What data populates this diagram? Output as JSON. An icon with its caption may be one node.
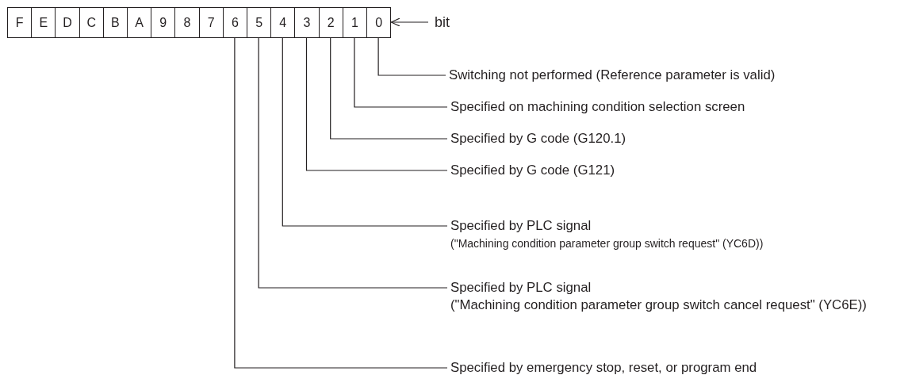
{
  "diagram": {
    "nodes": [
      {
        "text": [
          "F"
        ]
      },
      {
        "text": [
          "E"
        ]
      },
      {
        "text": [
          "D"
        ]
      },
      {
        "text": [
          "C"
        ]
      },
      {
        "text": [
          "B"
        ]
      },
      {
        "text": [
          "A"
        ]
      },
      {
        "text": [
          "9"
        ]
      },
      {
        "text": [
          "8"
        ]
      },
      {
        "text": [
          "7"
        ]
      },
      {
        "text": [
          "6"
        ]
      },
      {
        "text": [
          "5"
        ]
      },
      {
        "text": [
          "4"
        ]
      },
      {
        "text": [
          "3"
        ]
      },
      {
        "text": [
          "2"
        ]
      },
      {
        "text": [
          "1"
        ]
      },
      {
        "text": [
          "0"
        ]
      },
      {
        "text": [
          "bit"
        ]
      },
      {
        "text": [
          "Switching not performed (Reference parameter is valid)"
        ]
      },
      {
        "text": [
          "Specified on machining condition selection screen"
        ]
      },
      {
        "text": [
          "Specified by G code (G120.1)"
        ]
      },
      {
        "text": [
          "Specified by G code (G121)"
        ]
      },
      {
        "text": [
          "Specified by PLC signal",
          "(\"Machining condition parameter group switch request\" (YC6D))"
        ]
      },
      {
        "text": [
          "Specified by PLC signal",
          "(\"Machining condition parameter group switch cancel request\" (YC6E))"
        ]
      },
      {
        "text": [
          "Specified by emergency stop, reset, or program end"
        ]
      }
    ],
    "edges": [
      {
        "from": 16,
        "to": 15,
        "arrow": "to"
      },
      {
        "from": 15,
        "to": 17,
        "arrow": "none"
      },
      {
        "from": 14,
        "to": 18,
        "arrow": "none"
      },
      {
        "from": 13,
        "to": 19,
        "arrow": "none"
      },
      {
        "from": 12,
        "to": 20,
        "arrow": "none"
      },
      {
        "from": 11,
        "to": 21,
        "arrow": "none"
      },
      {
        "from": 10,
        "to": 22,
        "arrow": "none"
      },
      {
        "from": 9,
        "to": 23,
        "arrow": "none"
      }
    ]
  }
}
